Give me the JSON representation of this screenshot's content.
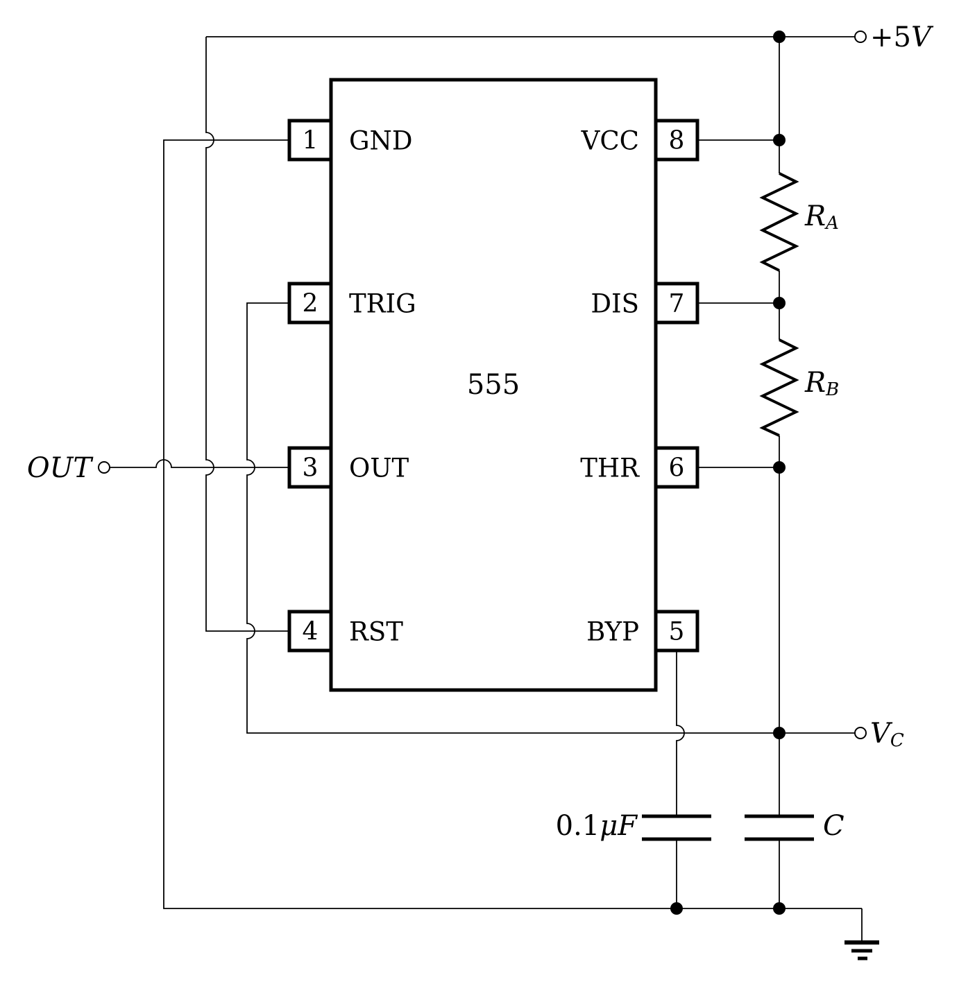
{
  "diagram": {
    "ic": {
      "name": "555",
      "pins_left": [
        {
          "number": "1",
          "label": "GND"
        },
        {
          "number": "2",
          "label": "TRIG"
        },
        {
          "number": "3",
          "label": "OUT"
        },
        {
          "number": "4",
          "label": "RST"
        }
      ],
      "pins_right": [
        {
          "number": "8",
          "label": "VCC"
        },
        {
          "number": "7",
          "label": "DIS"
        },
        {
          "number": "6",
          "label": "THR"
        },
        {
          "number": "5",
          "label": "BYP"
        }
      ]
    },
    "labels": {
      "supply_prefix": "+5",
      "supply_unit": "V",
      "out": "OUT",
      "vc_base": "V",
      "vc_sub": "C",
      "ra_base": "R",
      "ra_sub": "A",
      "rb_base": "R",
      "rb_sub": "B",
      "cap_c": "C",
      "cap_bypass_value": "0.1",
      "cap_bypass_unit": "μF"
    },
    "colors": {
      "stroke": "#000000",
      "background": "#ffffff"
    }
  }
}
